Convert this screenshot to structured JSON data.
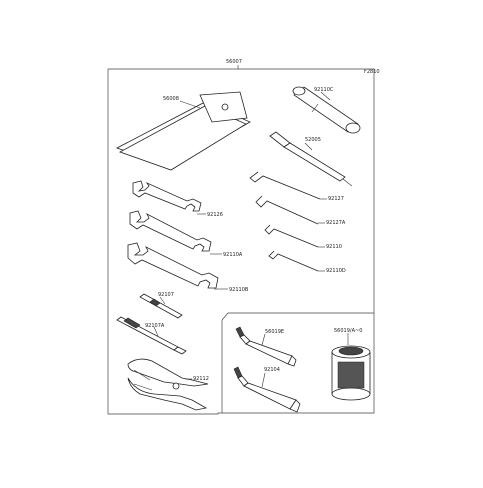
{
  "diagram": {
    "figure_code": "F2810",
    "labels": {
      "kit": "56007",
      "pouch": "56008",
      "plug_wrench": "92110C",
      "screwdriver": "52005",
      "hex_1": "92127",
      "hex_2": "92127A",
      "hex_3": "92110",
      "hex_4": "92110D",
      "wrench_1": "92126",
      "wrench_2": "92110A",
      "wrench_3": "92110B",
      "bit_1": "92107",
      "bit_2": "92107A",
      "pliers": "92112",
      "tube_1": "56019E",
      "tube_2": "92104",
      "can": "56019/A~0"
    }
  }
}
